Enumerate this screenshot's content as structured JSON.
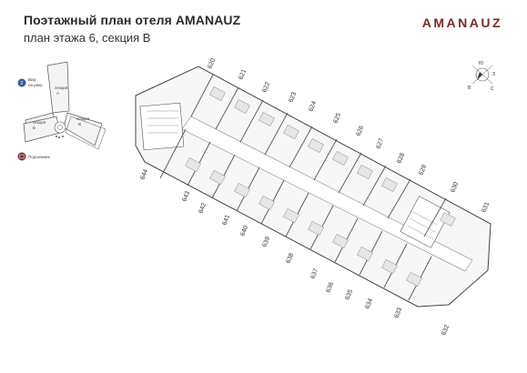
{
  "header": {
    "title": "Поэтажный план отеля AMANAUZ",
    "subtitle": "план этажа 6, секция В",
    "brand": "AMANAUZ"
  },
  "key_map": {
    "legend": [
      {
        "badge": "2",
        "text": "Вид на реку"
      },
      {
        "badge": "",
        "text": "Подъемник"
      }
    ],
    "accent_color": "#7a2a2a",
    "badge_color": "#3d5a99"
  },
  "compass": {
    "labels": [
      "Ю",
      "З",
      "В",
      "С"
    ]
  },
  "rooms": {
    "top": [
      "620",
      "621",
      "622",
      "623",
      "624",
      "625",
      "626",
      "627",
      "628",
      "629",
      "630",
      "631"
    ],
    "bottom": [
      "644",
      "643",
      "642",
      "641",
      "640",
      "639",
      "638",
      "637",
      "636",
      "635",
      "634",
      "633",
      "632"
    ]
  }
}
